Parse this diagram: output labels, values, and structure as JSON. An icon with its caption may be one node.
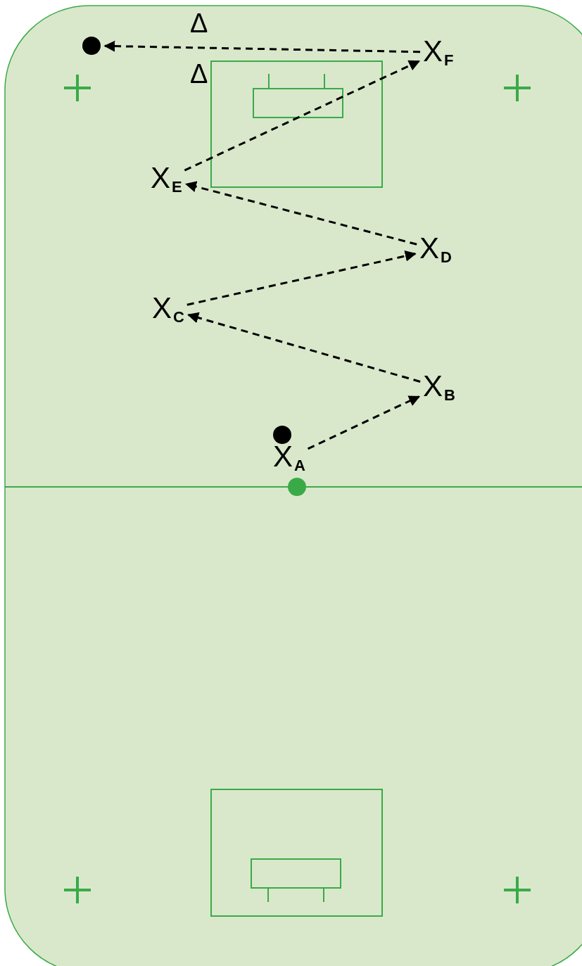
{
  "diagram": {
    "nodes": [
      {
        "text": [],
        "shape": "circle"
      },
      {
        "text": [
          "X$_{F}$"
        ]
      },
      {
        "text": [
          "X$_{E}$"
        ]
      },
      {
        "text": [
          "X$_{D}$"
        ]
      },
      {
        "text": [
          "X$_{C}$"
        ]
      },
      {
        "text": [
          "X$_{B}$"
        ]
      },
      {
        "text": [
          "X$_{A}$"
        ]
      },
      {
        "text": [],
        "shape": "circle"
      }
    ],
    "edges": [
      {
        "from": 6,
        "to": 5,
        "arrow": "to",
        "style": "dashed"
      },
      {
        "from": 5,
        "to": 4,
        "arrow": "to",
        "style": "dashed"
      },
      {
        "from": 4,
        "to": 3,
        "arrow": "to",
        "style": "dashed"
      },
      {
        "from": 3,
        "to": 2,
        "arrow": "to",
        "style": "dashed"
      },
      {
        "from": 2,
        "to": 1,
        "arrow": "to",
        "style": "dashed"
      },
      {
        "from": 1,
        "to": 0,
        "arrow": "to",
        "style": "dashed"
      }
    ],
    "labels": [
      "Δ",
      "Δ"
    ]
  }
}
